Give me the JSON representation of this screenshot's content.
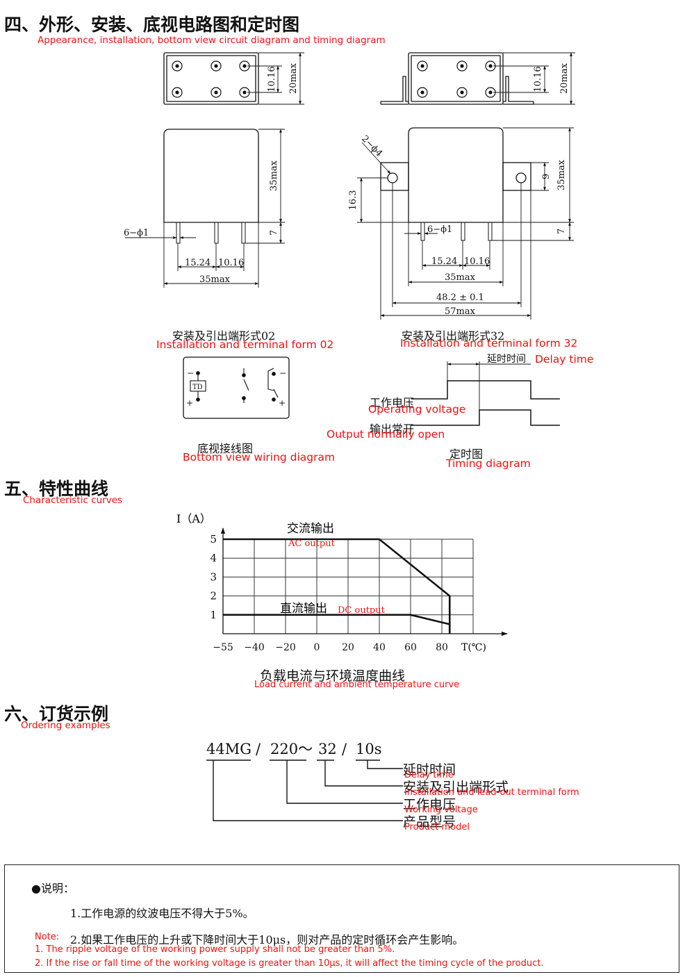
{
  "section4": {
    "title_cn": "四、外形、安装、底视电路图和定时图",
    "title_en": "Appearance, installation, bottom view circuit diagram and timing diagram"
  },
  "dims": {
    "d_10_16": "10.16",
    "d_20max": "20max",
    "d_35max": "35max",
    "d_7": "7",
    "d_6phi1": "6−ϕ1",
    "d_15_24": "15.24",
    "d_35max_w": "35max",
    "d_2phi4": "2−ϕ4",
    "d_16_3": "16.3",
    "d_9": "9",
    "d_48_2": "48.2 ± 0.1",
    "d_57max": "57max"
  },
  "form02": {
    "cn": "安装及引出端形式02",
    "en": "Installation and terminal form 02"
  },
  "form32": {
    "cn": "安装及引出端形式32",
    "en": "Installation and terminal form 32"
  },
  "wiring": {
    "td": "TD",
    "minus": "−",
    "plus": "+",
    "cn": "底视接线图",
    "en": "Bottom view wiring diagram"
  },
  "timing": {
    "delay_cn": "延时时间",
    "delay_en": "Delay time",
    "voltage_cn": "工作电压",
    "voltage_en": "Operating voltage",
    "output_cn": "输出常开",
    "output_en": "Output normally open",
    "title_cn": "定时图",
    "title_en": "Timing diagram"
  },
  "section5": {
    "title_cn": "五、特性曲线",
    "title_en": "Characteristic curves"
  },
  "chart_data": {
    "type": "line",
    "title": "负载电流与环境温度曲线",
    "subtitle": "Load current and ambient temperature curve",
    "xlabel": "T(℃)",
    "ylabel": "I（A）",
    "xticks": [
      "−55",
      "−40",
      "−20",
      "0",
      "20",
      "40",
      "60",
      "80"
    ],
    "yticks": [
      "1",
      "2",
      "3",
      "4",
      "5"
    ],
    "xlim": [
      -55,
      95
    ],
    "ylim": [
      0,
      5.5
    ],
    "grid": true,
    "series": [
      {
        "name": "交流输出",
        "name_en": "AC output",
        "x": [
          -55,
          40,
          85
        ],
        "y": [
          5,
          5,
          2
        ]
      },
      {
        "name": "直流输出",
        "name_en": "DC output",
        "x": [
          -55,
          60,
          85
        ],
        "y": [
          1,
          1,
          0.5
        ]
      }
    ]
  },
  "section6": {
    "title_cn": "六、订货示例",
    "title_en": "Ordering examples"
  },
  "order": {
    "model": "44MG",
    "sep1": "/",
    "voltage": "220～",
    "form": "32",
    "sep2": "/",
    "delay": "10s",
    "l1_cn": "延时时间",
    "l1_en": "Delay time",
    "l2_cn": "安装及引出端形式",
    "l2_en": "Installation and lead-out terminal form",
    "l3_cn": "工作电压",
    "l3_en": "Working voltage",
    "l4_cn": "产品型号",
    "l4_en": "Product model"
  },
  "notes": {
    "heading": "●说明：",
    "n1_cn": "1.工作电源的纹波电压不得大于5%。",
    "label_en": "Note:",
    "n2_cn": "2.如果工作电压的上升或下降时间大于10μs，则对产品的定时循环会产生影响。",
    "n1_en": "1. The ripple voltage of the working power supply shall not be greater than 5%.",
    "n2_en": "2. If the rise or fall time of the working voltage is greater than 10μs, it will affect the timing cycle of the product."
  }
}
